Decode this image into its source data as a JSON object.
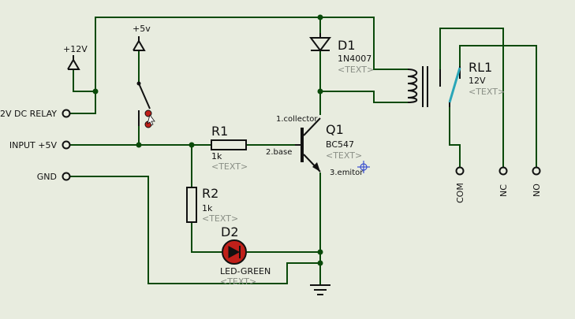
{
  "terminals": {
    "relay_12v": "2V DC RELAY",
    "input_5v": "INPUT +5V",
    "gnd": "GND"
  },
  "power": {
    "p12": "+12V",
    "p5": "+5v"
  },
  "d1": {
    "name": "D1",
    "value": "1N4007",
    "text": "<TEXT>"
  },
  "q1": {
    "name": "Q1",
    "value": "BC547",
    "text": "<TEXT>",
    "pin_collector": "1.collector",
    "pin_base": "2.base",
    "pin_emitter": "3.emitor"
  },
  "r1": {
    "name": "R1",
    "value": "1k",
    "text": "<TEXT>"
  },
  "r2": {
    "name": "R2",
    "value": "1k",
    "text": "<TEXT>"
  },
  "d2": {
    "name": "D2",
    "value": "LED-GREEN",
    "text": "<TEXT>"
  },
  "rl1": {
    "name": "RL1",
    "value": "12V",
    "text": "<TEXT>"
  },
  "contacts": {
    "com": "COM",
    "nc": "NC",
    "no": "NO"
  },
  "colors": {
    "wire": "#0a4a0a",
    "background": "#e8ecdf",
    "relay_switch": "#2aa6b8",
    "led": "#c0201a",
    "text_placeholder": "#8a8f86"
  }
}
